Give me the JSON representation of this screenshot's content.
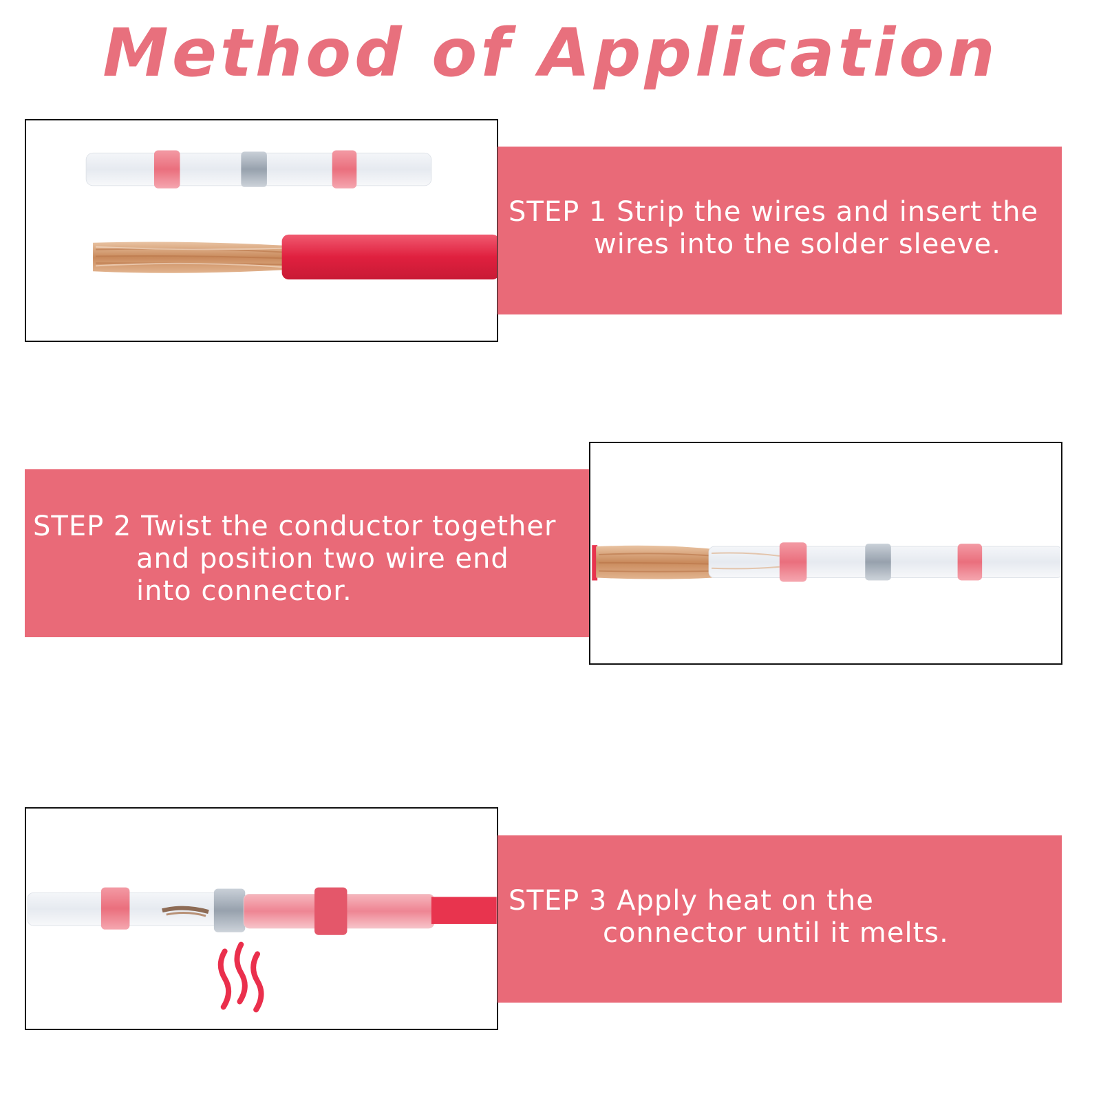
{
  "title": "Method of Application",
  "steps": [
    {
      "label": "STEP 1",
      "lines": [
        "Strip the wires and insert the",
        "wires into the solder sleeve."
      ]
    },
    {
      "label": "STEP 2",
      "lines": [
        "Twist the conductor together",
        "and position two wire end",
        "into connector."
      ]
    },
    {
      "label": "STEP 3",
      "lines": [
        "Apply heat on the",
        "connector until it melts."
      ]
    }
  ],
  "colors": {
    "accent": "#e96a78",
    "title": "#e8707d",
    "wire_red": "#e8344e",
    "copper": "#d39a6a",
    "sleeve": "#eef1f5",
    "solder": "#a9b2bc"
  },
  "icons": {
    "heat": "heat-waves-icon"
  }
}
